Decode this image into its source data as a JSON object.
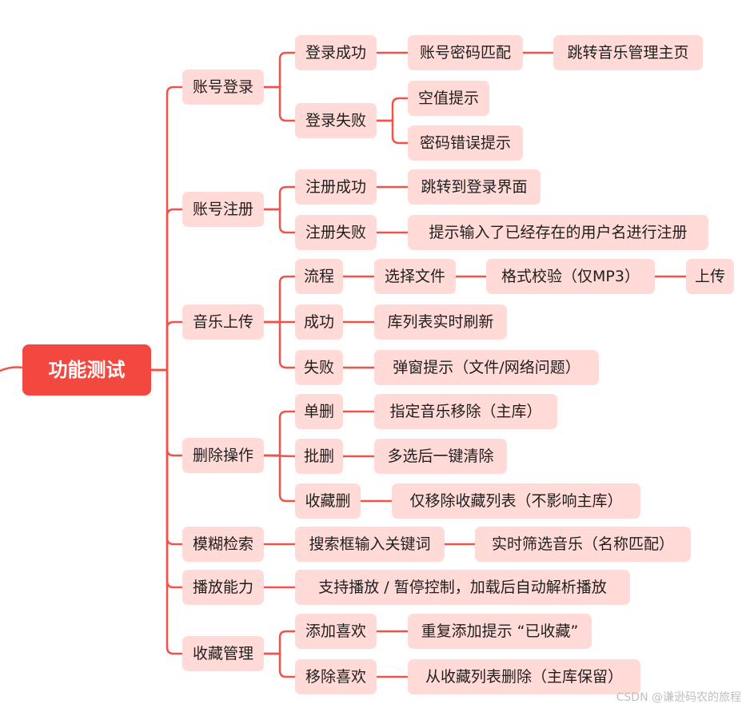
{
  "mindmap": {
    "root": "功能测试",
    "branches": [
      {
        "label": "账号登录",
        "children": [
          {
            "label": "登录成功",
            "children": [
              {
                "label": "账号密码匹配",
                "children": [
                  {
                    "label": "跳转音乐管理主页"
                  }
                ]
              }
            ]
          },
          {
            "label": "登录失败",
            "children": [
              {
                "label": "空值提示"
              },
              {
                "label": "密码错误提示"
              }
            ]
          }
        ]
      },
      {
        "label": "账号注册",
        "children": [
          {
            "label": "注册成功",
            "children": [
              {
                "label": "跳转到登录界面"
              }
            ]
          },
          {
            "label": "注册失败",
            "children": [
              {
                "label": "提示输入了已经存在的用户名进行注册"
              }
            ]
          }
        ]
      },
      {
        "label": "音乐上传",
        "children": [
          {
            "label": "流程",
            "children": [
              {
                "label": "选择文件",
                "children": [
                  {
                    "label": "格式校验（仅MP3）",
                    "children": [
                      {
                        "label": "上传"
                      }
                    ]
                  }
                ]
              }
            ]
          },
          {
            "label": "成功",
            "children": [
              {
                "label": "库列表实时刷新"
              }
            ]
          },
          {
            "label": "失败",
            "children": [
              {
                "label": "弹窗提示（文件/网络问题）"
              }
            ]
          }
        ]
      },
      {
        "label": "删除操作",
        "children": [
          {
            "label": "单删",
            "children": [
              {
                "label": "指定音乐移除（主库）"
              }
            ]
          },
          {
            "label": "批删",
            "children": [
              {
                "label": "多选后一键清除"
              }
            ]
          },
          {
            "label": "收藏删",
            "children": [
              {
                "label": "仅移除收藏列表（不影响主库）"
              }
            ]
          }
        ]
      },
      {
        "label": "模糊检索",
        "children": [
          {
            "label": "搜索框输入关键词",
            "children": [
              {
                "label": "实时筛选音乐（名称匹配）"
              }
            ]
          }
        ]
      },
      {
        "label": "播放能力",
        "children": [
          {
            "label": "支持播放 / 暂停控制，加载后自动解析播放"
          }
        ]
      },
      {
        "label": "收藏管理",
        "children": [
          {
            "label": "添加喜欢",
            "children": [
              {
                "label": "重复添加提示 “已收藏”"
              }
            ]
          },
          {
            "label": "移除喜欢",
            "children": [
              {
                "label": "从收藏列表删除（主库保留）"
              }
            ]
          }
        ]
      }
    ]
  },
  "watermark": "CSDN @谦逊码农的旅程",
  "colors": {
    "line": "#f2524a",
    "root": "#f3483f",
    "node": "#ffdad7"
  }
}
